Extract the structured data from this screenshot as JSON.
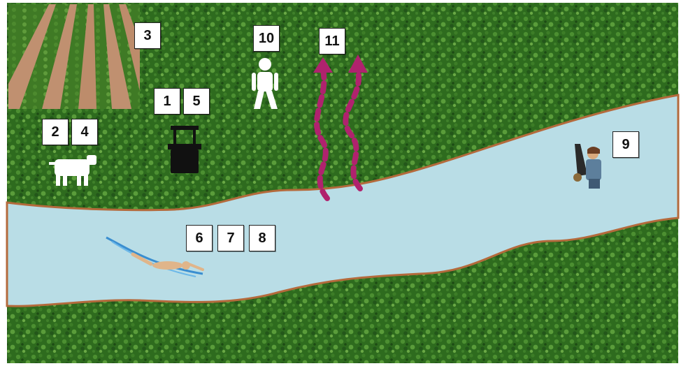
{
  "labels": {
    "field": "3",
    "livestock_a": "2",
    "livestock_b": "4",
    "well_a": "1",
    "well_b": "5",
    "human": "10",
    "air": "11",
    "river_a": "6",
    "river_b": "7",
    "river_c": "8",
    "fishing": "9"
  },
  "colors": {
    "grass": "#2e6b1e",
    "soil": "#b88866",
    "water": "#b9dde6",
    "bank": "#b46a3c",
    "vapor": "#b0226e"
  },
  "icons": [
    "cow-icon",
    "well-icon",
    "person-icon",
    "swimmer-icon",
    "fisherman-icon",
    "vapor-arrow-icon"
  ]
}
